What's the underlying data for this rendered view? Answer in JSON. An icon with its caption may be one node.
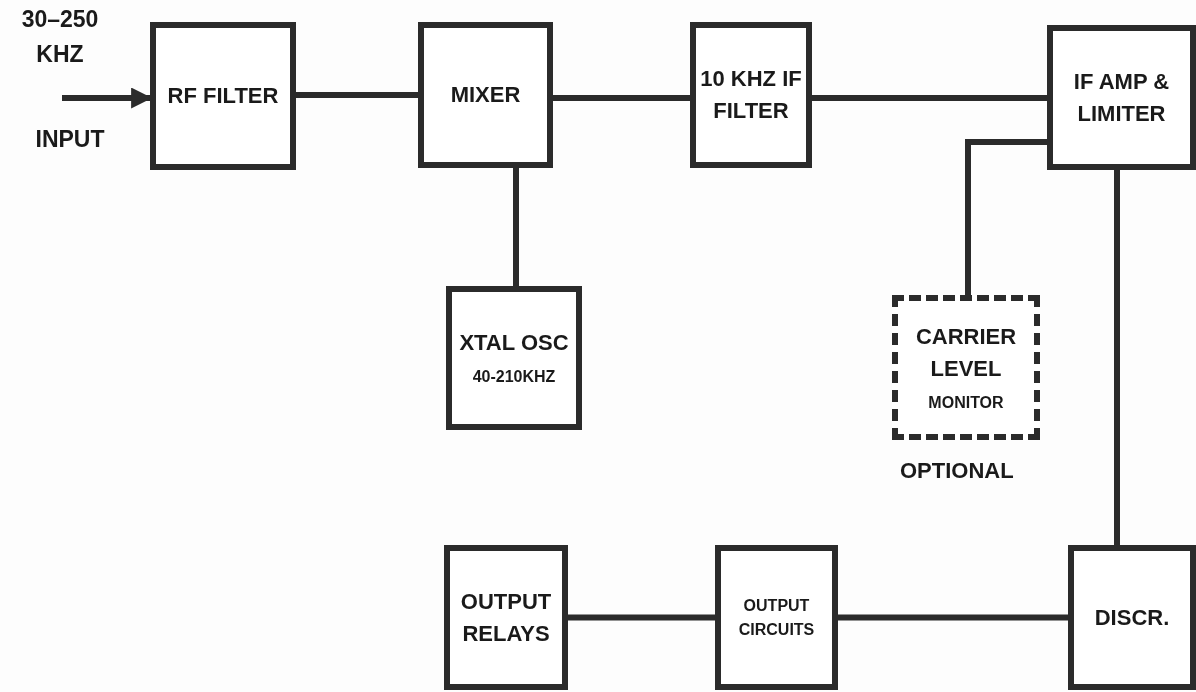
{
  "diagram": {
    "nodes": [
      {
        "text": [
          "RF FILTER"
        ]
      },
      {
        "text": [
          "MIXER"
        ]
      },
      {
        "text": [
          "10 KHZ IF FILTER"
        ]
      },
      {
        "text": [
          "IF AMP & LIMITER"
        ]
      },
      {
        "text": [
          "XTAL OSC",
          "40-210KHZ"
        ]
      },
      {
        "text": [
          "CARRIER LEVEL",
          "MONITOR"
        ],
        "beside": [
          "OPTIONAL"
        ]
      },
      {
        "text": [
          "OUTPUT RELAYS"
        ]
      },
      {
        "text": [
          "OUTPUT CIRCUITS"
        ]
      },
      {
        "text": [
          "DISCR."
        ]
      }
    ],
    "edges": [
      {
        "from": null,
        "to": 0,
        "arrow": "to"
      },
      {
        "from": 0,
        "to": 1,
        "arrow": "none"
      },
      {
        "from": 1,
        "to": 2,
        "arrow": "none"
      },
      {
        "from": 2,
        "to": 3,
        "arrow": "none"
      },
      {
        "from": 1,
        "to": 4,
        "arrow": "none"
      },
      {
        "from": 3,
        "to": 5,
        "arrow": "none"
      },
      {
        "from": 3,
        "to": 8,
        "arrow": "none"
      },
      {
        "from": 8,
        "to": 7,
        "arrow": "none"
      },
      {
        "from": 7,
        "to": 6,
        "arrow": "none"
      }
    ],
    "labels": [
      "30–250 KHZ",
      "INPUT"
    ]
  }
}
